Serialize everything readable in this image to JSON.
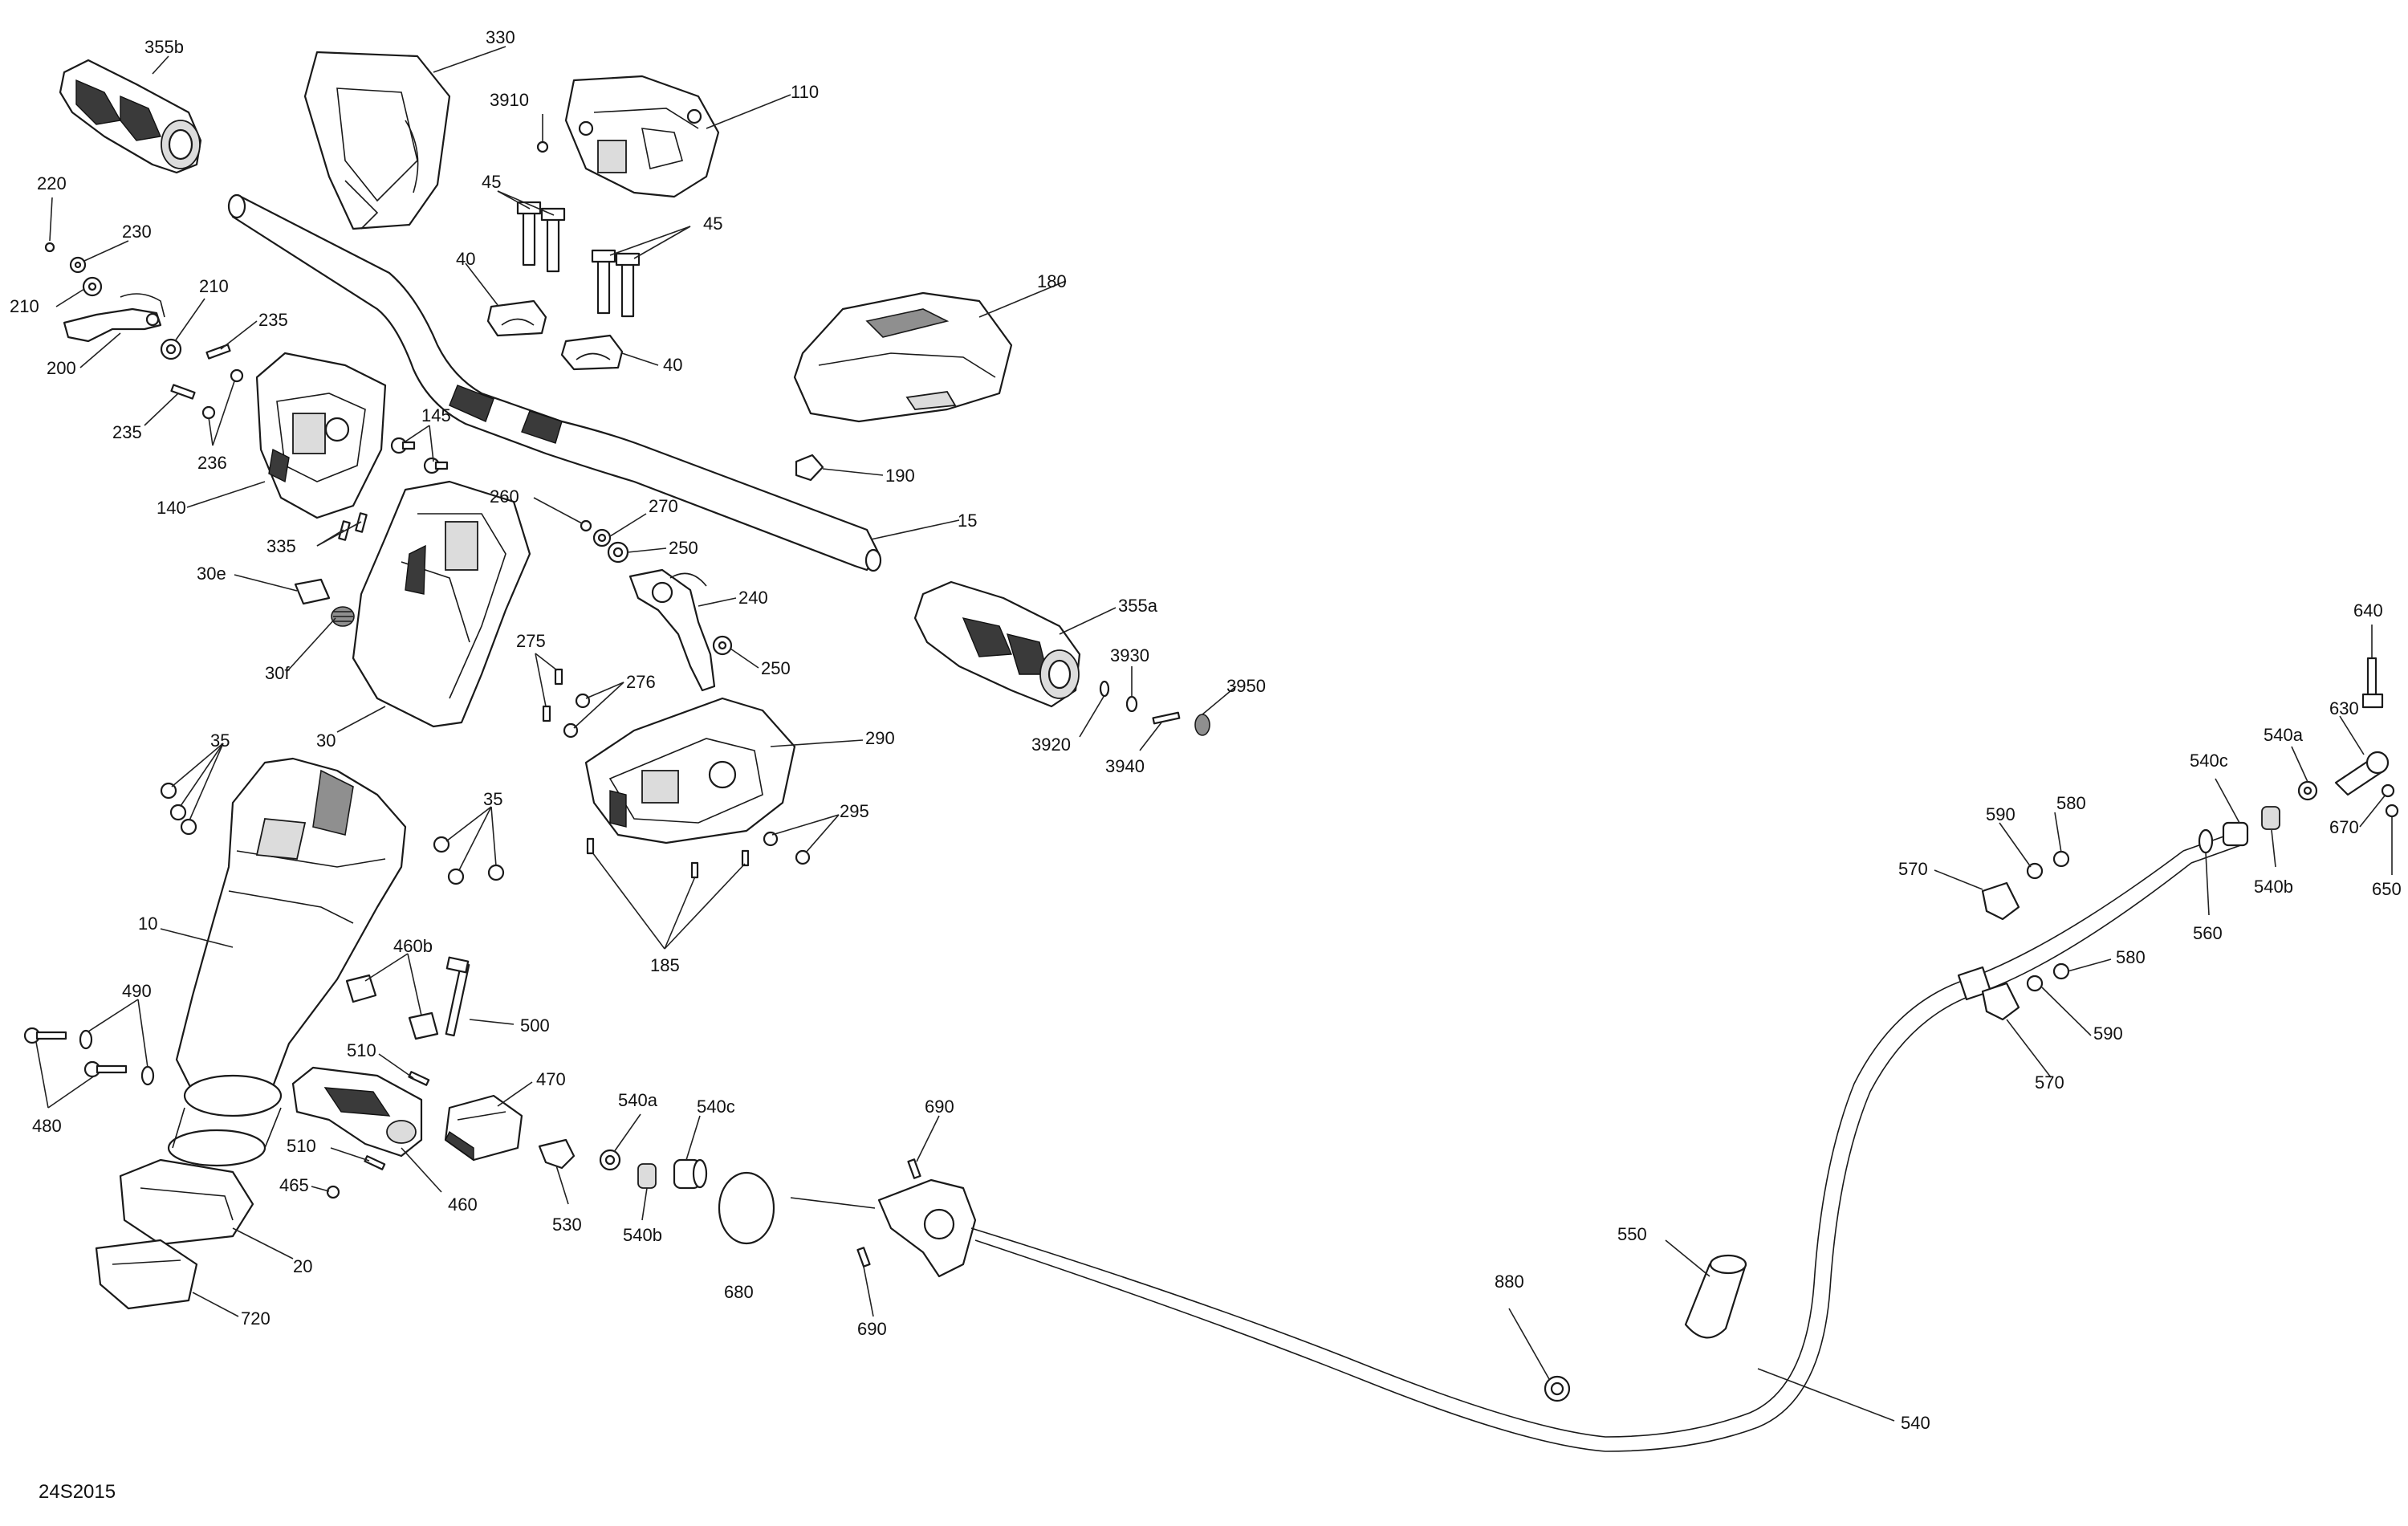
{
  "diagram": {
    "code": "24S2015",
    "callouts": [
      "355b",
      "330",
      "3910",
      "110",
      "220",
      "230",
      "210",
      "210",
      "200",
      "45",
      "45",
      "40",
      "40",
      "180",
      "235",
      "235",
      "236",
      "145",
      "140",
      "190",
      "335",
      "260",
      "270",
      "250",
      "15",
      "30e",
      "30f",
      "240",
      "250",
      "355a",
      "275",
      "276",
      "30",
      "290",
      "3920",
      "3930",
      "3940",
      "3950",
      "640",
      "35",
      "35",
      "295",
      "185",
      "10",
      "460b",
      "490",
      "480",
      "500",
      "510",
      "470",
      "460",
      "540a",
      "540c",
      "540b",
      "510",
      "465",
      "530",
      "680",
      "690",
      "690",
      "20",
      "720",
      "590",
      "580",
      "570",
      "540c",
      "540a",
      "630",
      "670",
      "650",
      "540b",
      "560",
      "580",
      "590",
      "570",
      "550",
      "880",
      "540"
    ]
  }
}
